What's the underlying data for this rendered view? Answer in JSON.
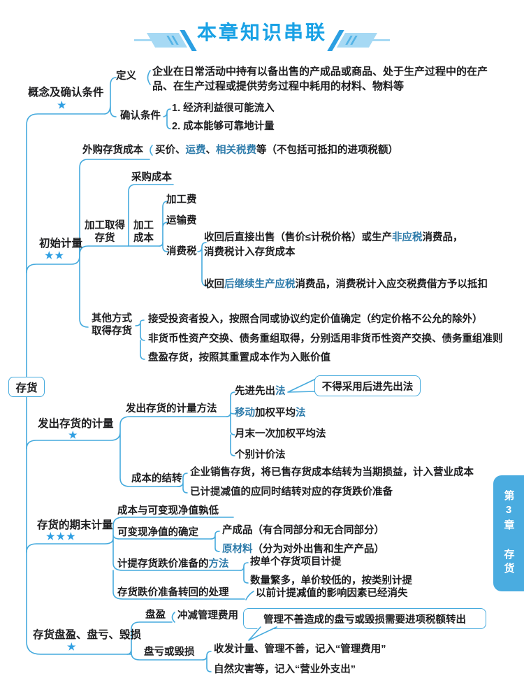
{
  "title": "本章知识串联",
  "side_tab": "第3章 存货",
  "root_label": "存货",
  "b1": {
    "label": "概念及确认条件",
    "stars": "★",
    "def_label": "定义",
    "def_text": "企业在日常活动中持有以备出售的产成品或商品、处于生产过程中的在产品、在生产过程或提供劳务过程中耗用的材料、物料等",
    "cond_label": "确认条件",
    "cond1": "1. 经济利益很可能流入",
    "cond2": "2. 成本能够可靠地计量"
  },
  "b2": {
    "label": "初始计量",
    "stars": "★★",
    "purchase_label": "外购存货成本",
    "purchase_text": [
      {
        "t": "买价、"
      },
      {
        "t": "运费",
        "hl": 1
      },
      {
        "t": "、"
      },
      {
        "t": "相关税费",
        "hl": 1
      },
      {
        "t": "等（不包括可抵扣的进项税额）"
      }
    ],
    "process_label": "加工取得存货",
    "procure_label": "采购成本",
    "cost_label": "加工成本",
    "fee_processing": "加工费",
    "fee_transport": "运输费",
    "fee_consumption": "消费税",
    "consumption1": [
      {
        "t": "收回后直接出售（售价≤计税价格）或生产"
      },
      {
        "t": "非应税",
        "hl": 1
      },
      {
        "t": "消费品，消费税计入存货成本"
      }
    ],
    "consumption2": [
      {
        "t": "收回"
      },
      {
        "t": "后继续生产应税",
        "hl": 1
      },
      {
        "t": "消费品，消费税计入应交税费借方予以抵扣"
      }
    ],
    "other_label": "其他方式取得存货",
    "other1": "接受投资者投入，按照合同或协议约定价值确定（约定价格不公允的除外）",
    "other2": "非货币性资产交换、债务重组取得，分别适用非货币性资产交换、债务重组准则",
    "other3": "盘盈存货，按照其重置成本作为入账价值"
  },
  "b3": {
    "label": "发出存货的计量",
    "stars": "★",
    "method_label": "发出存货的计量方法",
    "m1": [
      {
        "t": "先进先出"
      },
      {
        "t": "法",
        "hl": 1
      }
    ],
    "m2": [
      {
        "t": "移动",
        "hl": 1
      },
      {
        "t": "加权平均"
      },
      {
        "t": "法",
        "hl": 1
      }
    ],
    "m3": "月末一次加权平均法",
    "m4": "个别计价法",
    "callout": "不得采用后进先出法",
    "carry_label": "成本的结转",
    "carry1": "企业销售存货，将已售存货成本结转为当期损益，计入营业成本",
    "carry2": "已计提减值的应同时结转对应的存货跌价准备"
  },
  "b4": {
    "label": "存货的期末计量",
    "stars": "★★★",
    "rule": "成本与可变现净值孰低",
    "nrv_label": "可变现净值的确定",
    "nrv1": "产成品（有合同部分和无合同部分）",
    "nrv2": [
      {
        "t": "原材料",
        "hl": 1
      },
      {
        "t": "（分为对外出售和生产产品）"
      }
    ],
    "provision_label": [
      {
        "t": "计提存货跌价准备的"
      },
      {
        "t": "方法",
        "hl": 1
      }
    ],
    "provision1": "按单个存货项目计提",
    "provision2": "数量繁多，单价较低的，按类别计提",
    "reversal_label": "存货跌价准备转回的处理",
    "reversal1": "以前计提减值的影响因素已经消失"
  },
  "b5": {
    "label": "存货盘盈、盘亏、毁损",
    "stars": "★",
    "surplus_label": "盘盈",
    "surplus_text": "冲减管理费用",
    "callout": "管理不善造成的盘亏或毁损需要进项税额转出",
    "loss_label": "盘亏或毁损",
    "loss1": "收发计量、管理不善，记入“管理费用”",
    "loss2": "自然灾害等，记入“营业外支出”"
  },
  "colors": {
    "line": "#45aadd",
    "highlight": "#2f7cab",
    "title": "#18a1e5",
    "star": "#2f9fe2",
    "tab_bg": "#4aace0",
    "text": "#1d1d1f"
  }
}
